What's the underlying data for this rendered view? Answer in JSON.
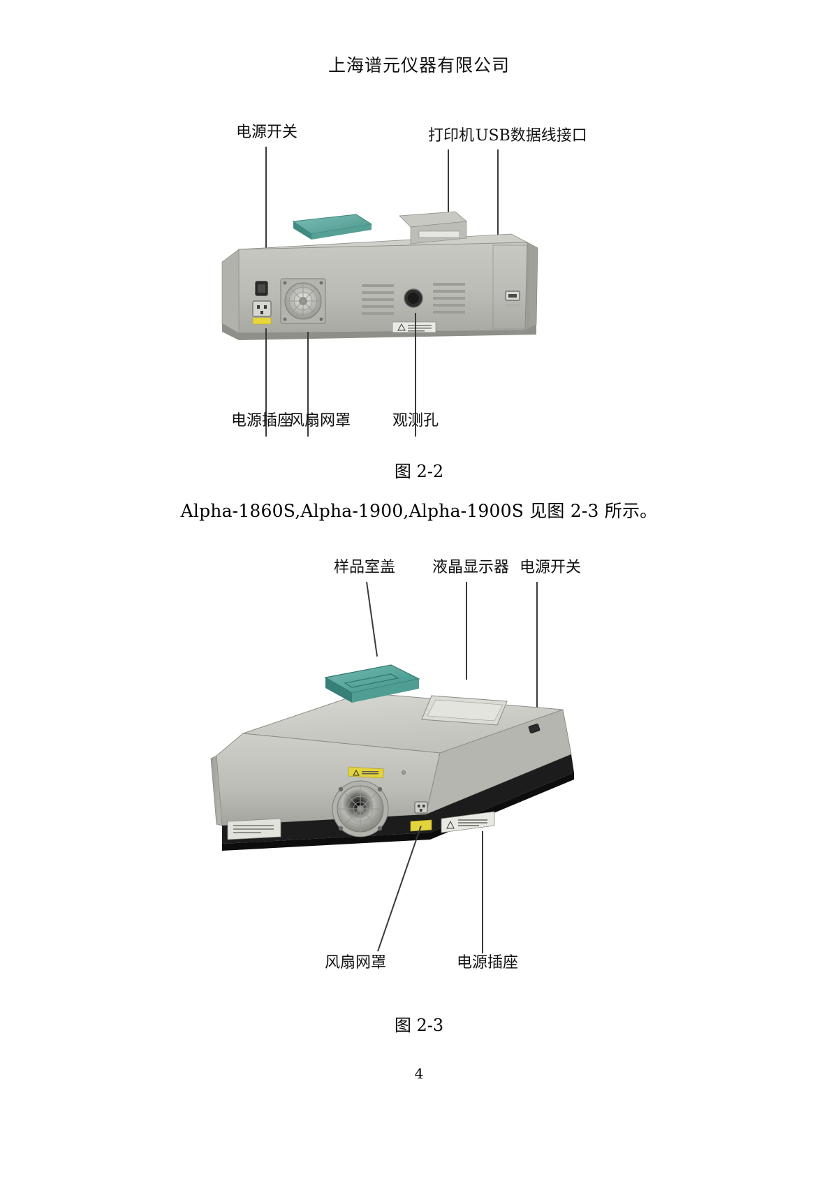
{
  "document": {
    "header_title": "上海谱元仪器有限公司",
    "page_number": "4"
  },
  "figure_2_2": {
    "caption": "图 2-2",
    "labels_top": [
      {
        "id": "power-switch",
        "text": "电源开关"
      },
      {
        "id": "printer",
        "text": "打印机"
      },
      {
        "id": "usb-port",
        "text": "USB数据线接口"
      }
    ],
    "labels_bottom": [
      {
        "id": "power-socket",
        "text": "电源插座"
      },
      {
        "id": "fan-grille",
        "text": "风扇网罩"
      },
      {
        "id": "observation-hole",
        "text": "观测孔"
      }
    ],
    "colors": {
      "body": "#b9b9b4",
      "body_shadow": "#9a9a94",
      "lid": "#6fb3ac",
      "lid_dark": "#4f9990",
      "panel": "#c6c6c0",
      "warning_yellow": "#e8d63a"
    }
  },
  "body_text": "Alpha-1860S,Alpha-1900,Alpha-1900S 见图 2-3 所示。",
  "figure_2_3": {
    "caption": "图 2-3",
    "labels_top": [
      {
        "id": "sample-chamber-cover",
        "text": "样品室盖"
      },
      {
        "id": "lcd-display",
        "text": "液晶显示器"
      },
      {
        "id": "power-switch",
        "text": "电源开关"
      }
    ],
    "labels_bottom": [
      {
        "id": "fan-grille",
        "text": "风扇网罩"
      },
      {
        "id": "power-socket",
        "text": "电源插座"
      }
    ],
    "colors": {
      "body": "#c3c3bd",
      "body_side": "#ababa5",
      "body_top": "#d2d2cc",
      "lid": "#5fb0a6",
      "lid_dark": "#3f938a",
      "base_dark": "#1a1a1a",
      "warning_yellow": "#e3d33c"
    }
  }
}
